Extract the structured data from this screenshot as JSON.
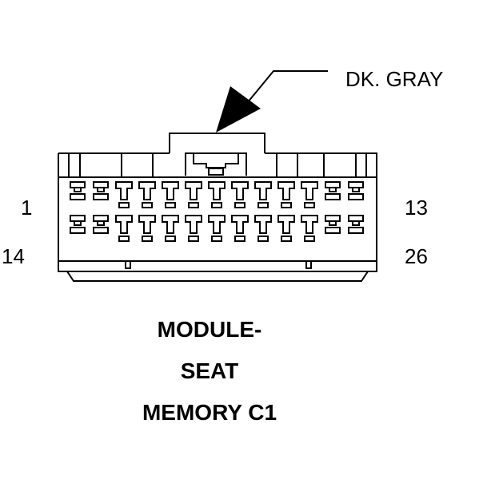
{
  "connector": {
    "wire_color_label": "DK. GRAY",
    "pin_numbers": {
      "top_left": "1",
      "top_right": "13",
      "bottom_left": "14",
      "bottom_right": "26"
    },
    "title_lines": [
      "MODULE-",
      "SEAT",
      "MEMORY C1"
    ],
    "pins_per_row": 13,
    "rows": 2
  },
  "colors": {
    "line": "#000000",
    "background": "#ffffff"
  }
}
